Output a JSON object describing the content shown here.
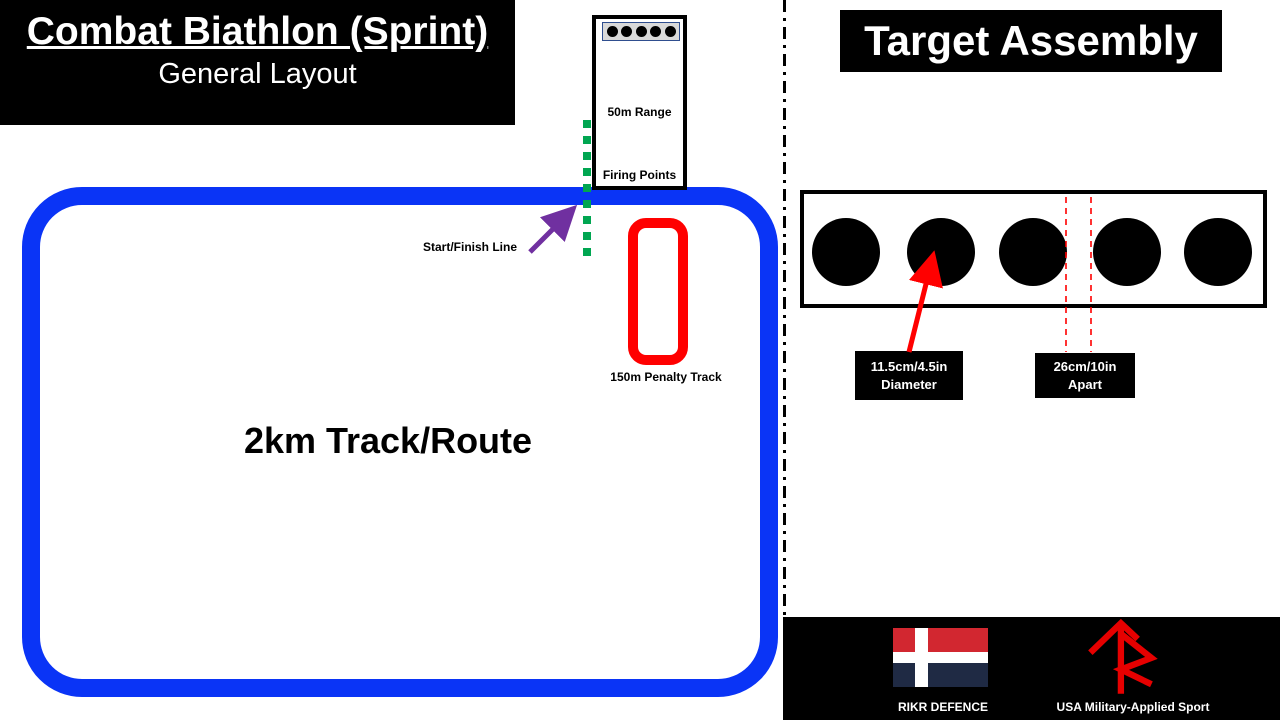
{
  "header": {
    "title": "Combat Biathlon (Sprint)",
    "subtitle": "General Layout"
  },
  "course": {
    "track_label": "2km Track/Route",
    "range": {
      "name": "50m Range",
      "firing_label": "Firing Points",
      "firing_point_count": 5
    },
    "start_finish_label": "Start/Finish Line",
    "penalty_label": "150m Penalty Track"
  },
  "target_assembly": {
    "title": "Target Assembly",
    "target_count": 5,
    "diameter_label": {
      "line1": "11.5cm/4.5in",
      "line2": "Diameter"
    },
    "spacing_label": {
      "line1": "26cm/10in",
      "line2": "Apart"
    }
  },
  "footer": {
    "rikr_label": "RIKR DEFENCE",
    "usa_label": "USA Military-Applied Sport"
  },
  "icons": {
    "flag": "rikr-defence-nordic-flag",
    "rune": "tiwaz-raido-bind-rune"
  },
  "colors": {
    "track_blue": "#0A34F6",
    "penalty_red": "#FF0000",
    "start_line_green": "#00A651",
    "arrow_purple": "#7030A0",
    "guide_red": "#FF0000",
    "flag_red": "#D22730",
    "flag_navy": "#1F2A44",
    "rune_red": "#E60000",
    "panel_black": "#000000"
  }
}
